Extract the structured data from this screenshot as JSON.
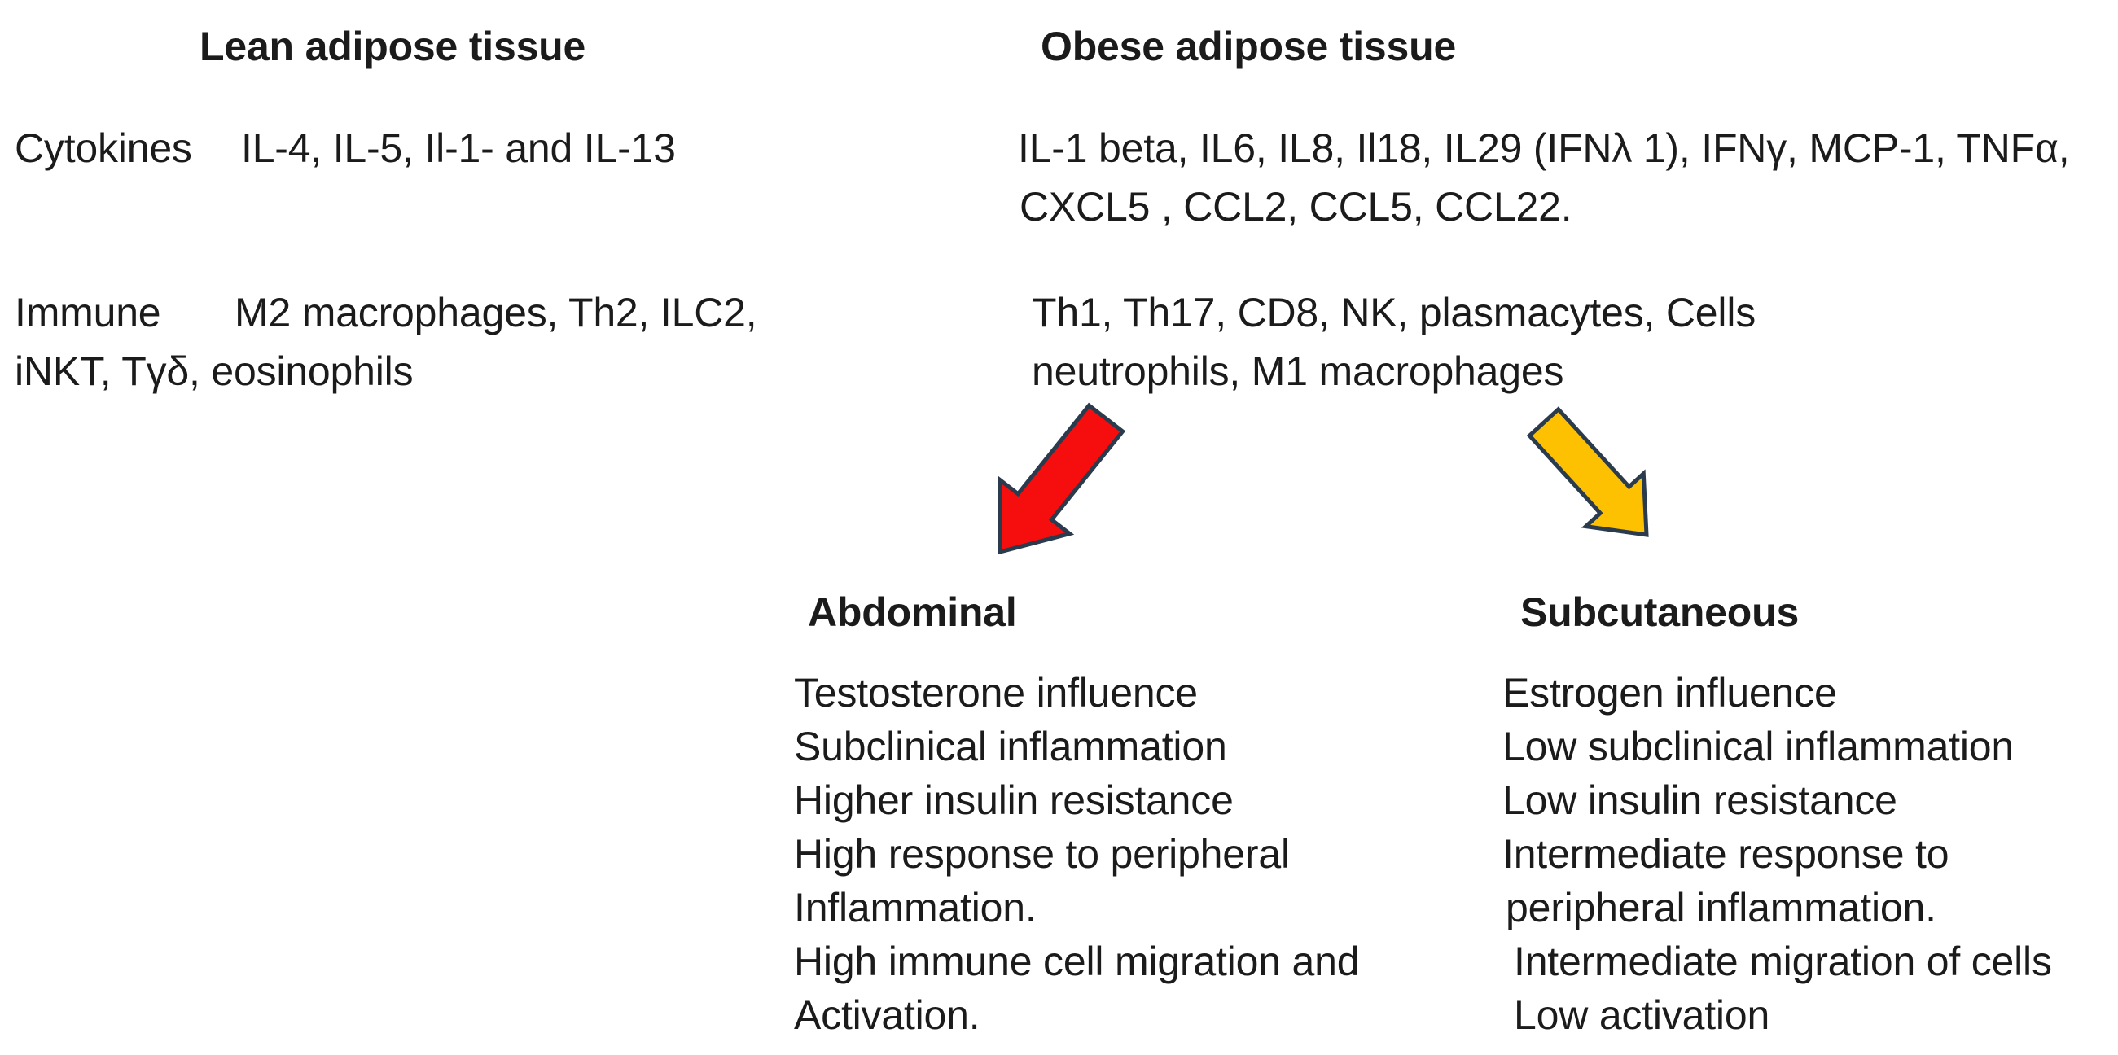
{
  "lean": {
    "title": "Lean adipose tissue",
    "cytokines_label": "Cytokines",
    "cytokines_value": "IL-4, IL-5, Il-1- and IL-13",
    "immune_label": "Immune",
    "immune_line1": "M2 macrophages, Th2, ILC2,",
    "immune_line2": "iNKT, Tγδ, eosinophils"
  },
  "obese": {
    "title": "Obese adipose tissue",
    "cytokines_line1": "IL-1 beta, IL6, IL8, Il18, IL29 (IFNλ 1), IFNγ, MCP-1, TNFα,",
    "cytokines_line2": "CXCL5 , CCL2, CCL5, CCL22.",
    "immune_line1": "Th1, Th17, CD8, NK, plasmacytes, Cells",
    "immune_line2": "neutrophils, M1 macrophages"
  },
  "arrows": {
    "red": {
      "fill": "#f60d0d",
      "outline": "#2b3b4e"
    },
    "yellow": {
      "fill": "#fdc101",
      "outline": "#2b3b4e"
    }
  },
  "abdominal": {
    "title": "Abdominal",
    "items": [
      "Testosterone influence",
      "Subclinical inflammation",
      "Higher insulin resistance",
      "High response to peripheral",
      "Inflammation.",
      "High immune cell migration and",
      "Activation."
    ]
  },
  "subcutaneous": {
    "title": "Subcutaneous",
    "items": [
      "Estrogen influence",
      "Low subclinical inflammation",
      "Low insulin resistance",
      "Intermediate response to",
      "peripheral inflammation.",
      "Intermediate migration of cells",
      "Low activation"
    ]
  }
}
